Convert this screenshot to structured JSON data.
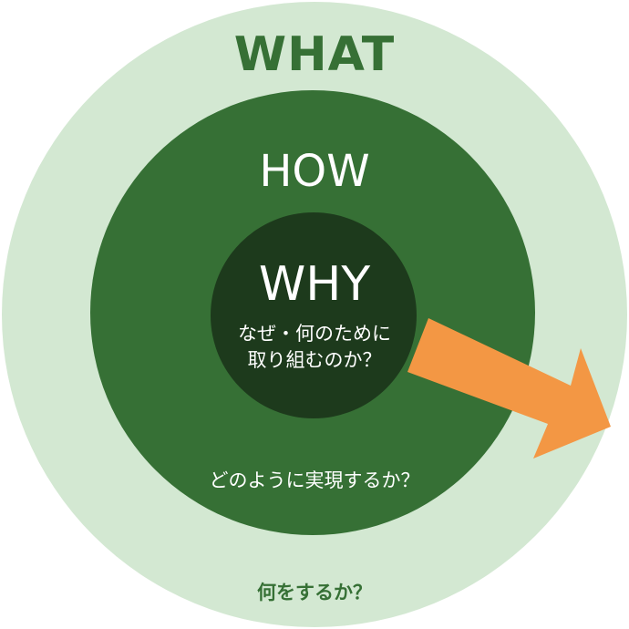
{
  "colors": {
    "outer": "#d3e8d2",
    "middle": "#367035",
    "inner": "#1d3a1c",
    "arrow": "#f39744",
    "what_title": "#367035",
    "what_text": "#367035",
    "light_text": "#ffffff"
  },
  "what": {
    "title": "WHAT",
    "text": "何をするか？"
  },
  "how": {
    "title": "HOW",
    "text": "どのように実現するか？"
  },
  "why": {
    "title": "WHY",
    "text_line1": "なぜ・何のために",
    "text_line2": "取り組むのか？"
  },
  "arrow": {
    "icon": "arrow-right-down-icon"
  }
}
